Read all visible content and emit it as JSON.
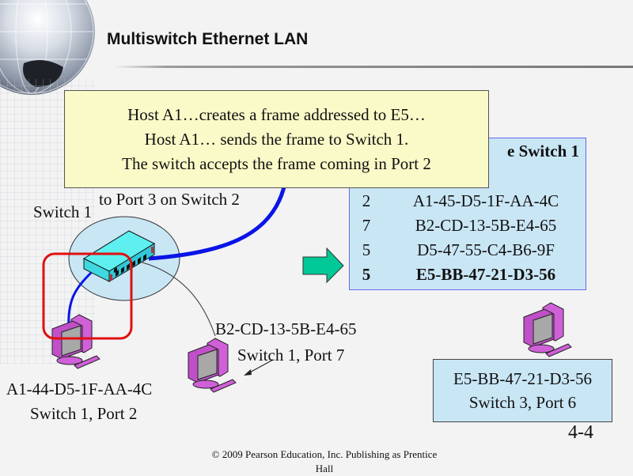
{
  "slide": {
    "title": "Multiswitch Ethernet LAN",
    "slide_number": "4-4",
    "footer_line1": "© 2009 Pearson Education, Inc.  Publishing as Prentice",
    "footer_line2": "Hall"
  },
  "callout": {
    "lines": [
      "Host A1…creates a frame addressed to E5…",
      "Host A1… sends the frame to Switch 1.",
      "The switch accepts the frame coming in Port 2"
    ]
  },
  "labels": {
    "switch1": "Switch 1",
    "to_port3": "to Port 3 on Switch 2"
  },
  "switching_table": {
    "heading_partial": "e Switch 1",
    "rows": [
      {
        "port": "2",
        "mac": "A1-45-D5-1F-AA-4C",
        "bold": false
      },
      {
        "port": "7",
        "mac": "B2-CD-13-5B-E4-65",
        "bold": false
      },
      {
        "port": "5",
        "mac": "D5-47-55-C4-B6-9F",
        "bold": false
      },
      {
        "port": "5",
        "mac": "E5-BB-47-21-D3-56",
        "bold": true
      }
    ]
  },
  "hosts": {
    "a1": {
      "mac": "A1-44-D5-1F-AA-4C",
      "location": "Switch 1, Port 2"
    },
    "b2": {
      "mac": "B2-CD-13-5B-E4-65",
      "location": "Switch 1, Port 7"
    },
    "e5": {
      "mac": "E5-BB-47-21-D3-56",
      "location": "Switch 3, Port 6"
    }
  },
  "icons": {
    "globe": "globe-icon",
    "switch": "network-switch-icon",
    "host": "desktop-computer-icon",
    "arrow": "right-arrow-icon",
    "highlight": "highlight-rounded-rect"
  },
  "colors": {
    "callout_bg": "#fafac8",
    "table_bg": "#c9e6f5",
    "cable": "#0a14e6",
    "highlight": "#e01010",
    "arrow": "#00c896",
    "host": "#d060d8",
    "switch": "#5ef0f0"
  }
}
